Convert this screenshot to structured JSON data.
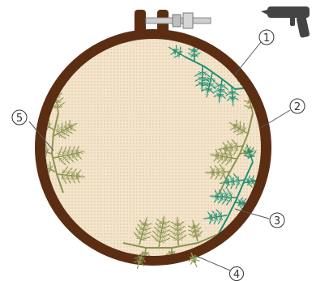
{
  "colors": {
    "hoop": "#5b2e14",
    "fabric": "#f3e4cb",
    "grid": "#e2cfae",
    "fern_olive": "#8a9350",
    "fern_teal": "#1f8f74",
    "line": "#555555",
    "gun": "#444444"
  },
  "callouts": [
    {
      "id": "1",
      "label": "①"
    },
    {
      "id": "2",
      "label": "②"
    },
    {
      "id": "3",
      "label": "③"
    },
    {
      "id": "4",
      "label": "④"
    },
    {
      "id": "5",
      "label": "⑤"
    }
  ],
  "icons": {
    "glue_gun": "glue-gun-icon",
    "hoop_screw": "hoop-screw-icon"
  }
}
